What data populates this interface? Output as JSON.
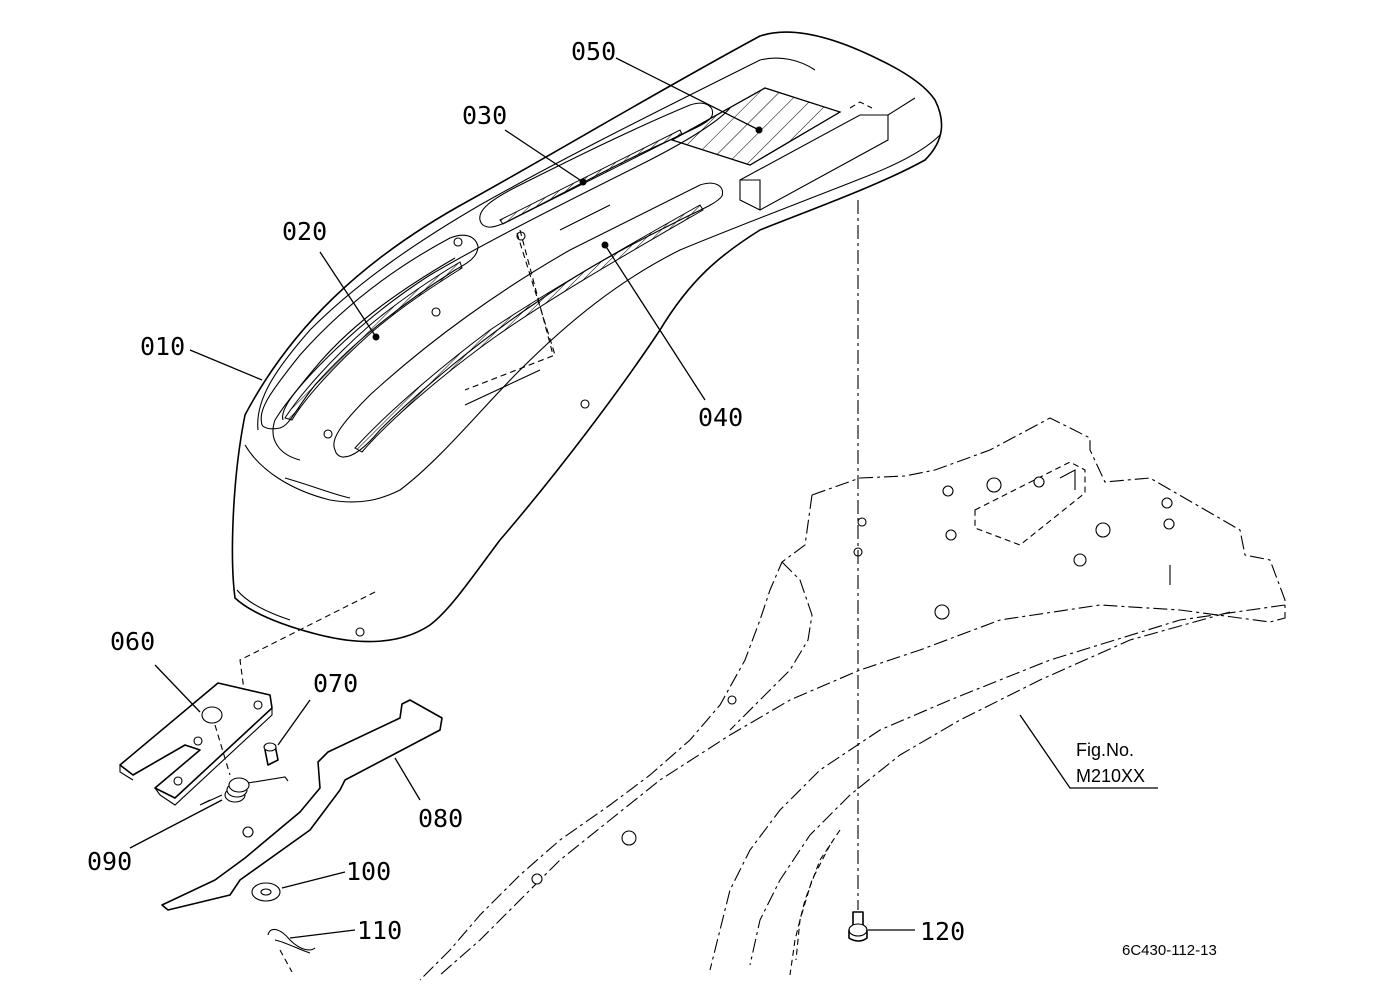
{
  "callouts": {
    "c010": "010",
    "c020": "020",
    "c030": "030",
    "c040": "040",
    "c050": "050",
    "c060": "060",
    "c070": "070",
    "c080": "080",
    "c090": "090",
    "c100": "100",
    "c110": "110",
    "c120": "120"
  },
  "fig_ref": {
    "line1": "Fig.No.",
    "line2": "M210XX"
  },
  "drawing_code": "6C430-112-13",
  "colors": {
    "ink": "#000000",
    "paper": "#ffffff"
  }
}
